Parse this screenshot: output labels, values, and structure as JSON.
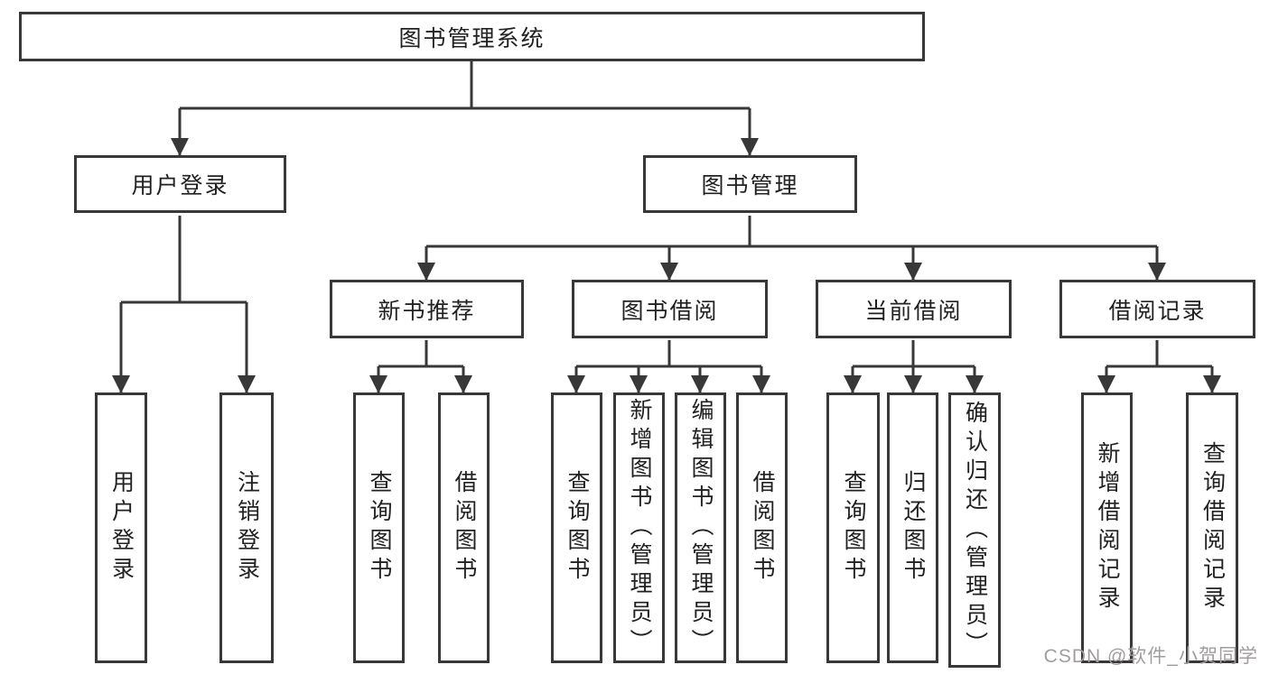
{
  "watermark": "CSDN @软件_小贺同学",
  "colors": {
    "line": "#383838",
    "box_border": "#383838",
    "box_background": "#ffffff",
    "text": "#212121",
    "watermark": "#a29d9d"
  },
  "tree": {
    "root": "图书管理系统",
    "children": [
      {
        "label": "用户登录",
        "children": [
          {
            "label": "用户登录"
          },
          {
            "label": "注销登录"
          }
        ]
      },
      {
        "label": "图书管理",
        "children": [
          {
            "label": "新书推荐",
            "children": [
              {
                "label": "查询图书"
              },
              {
                "label": "借阅图书"
              }
            ]
          },
          {
            "label": "图书借阅",
            "children": [
              {
                "label": "查询图书"
              },
              {
                "label": "新增图书（管理员）"
              },
              {
                "label": "编辑图书（管理员）"
              },
              {
                "label": "借阅图书"
              }
            ]
          },
          {
            "label": "当前借阅",
            "children": [
              {
                "label": "查询图书"
              },
              {
                "label": "归还图书"
              },
              {
                "label": "确认归还（管理员）"
              }
            ]
          },
          {
            "label": "借阅记录",
            "children": [
              {
                "label": "新增借阅记录"
              },
              {
                "label": "查询借阅记录"
              }
            ]
          }
        ]
      }
    ]
  }
}
